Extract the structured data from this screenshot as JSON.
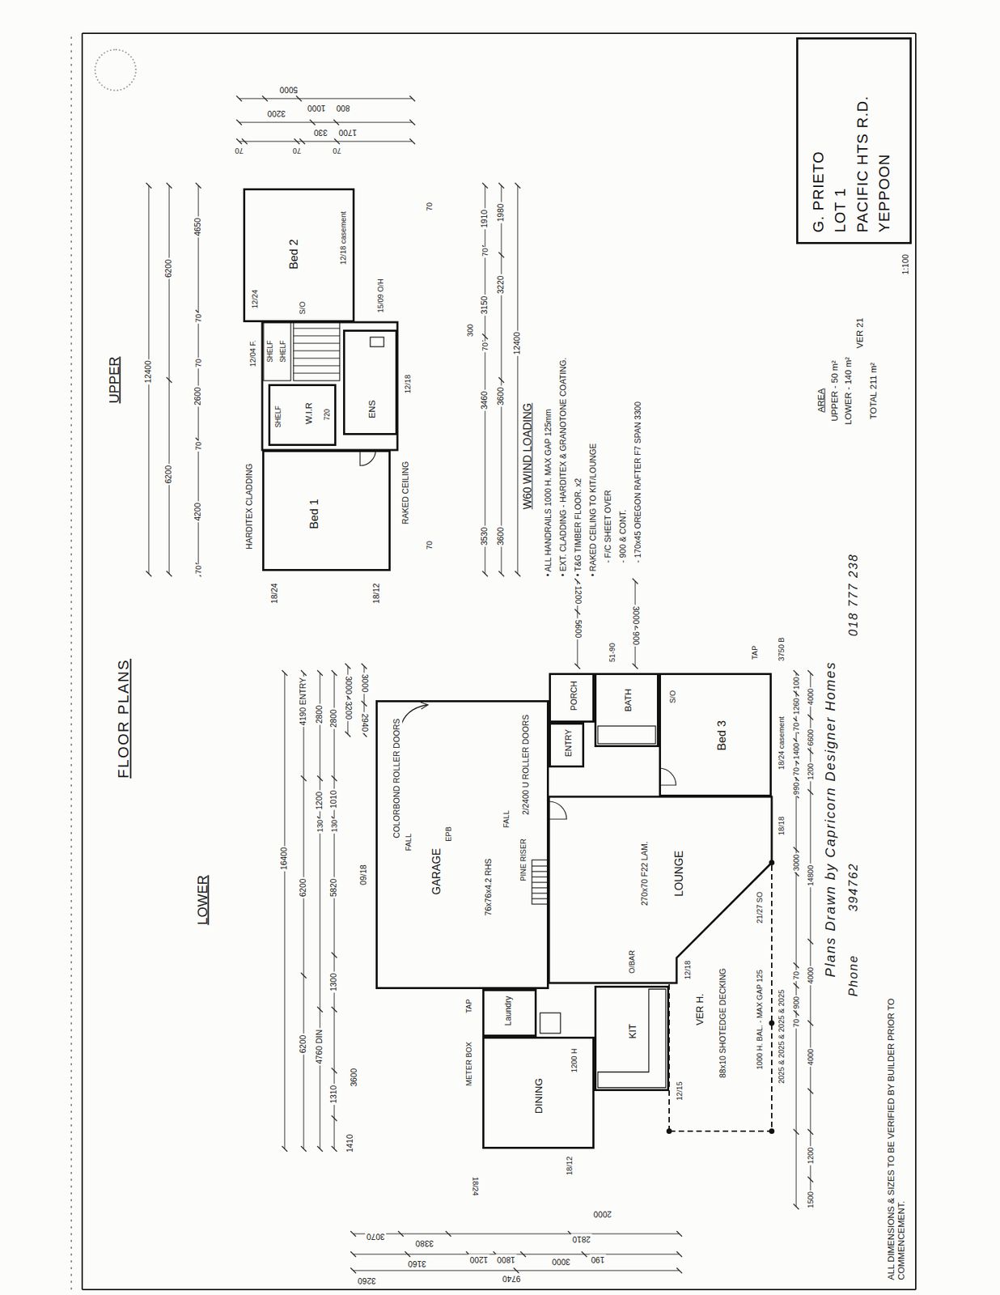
{
  "diagram": {
    "title": "FLOOR PLANS",
    "nodes": [
      {
        "text": [
          "G. PRIETO",
          "LOT 1",
          "PACIFIC HTS R.D.",
          "YEPPOON"
        ]
      },
      {
        "text": [
          "Bed 1"
        ]
      },
      {
        "text": [
          "W.I.R"
        ]
      },
      {
        "text": [
          "ENS"
        ]
      },
      {
        "text": [
          "Bed 2"
        ]
      },
      {
        "text": [
          "GARAGE"
        ]
      },
      {
        "text": [
          "PORCH"
        ]
      },
      {
        "text": [
          "ENTRY"
        ]
      },
      {
        "text": [
          "BATH"
        ]
      },
      {
        "text": [
          "Bed 3"
        ]
      },
      {
        "text": [
          "LOUNGE"
        ]
      },
      {
        "text": [
          "Laundry"
        ]
      },
      {
        "text": [
          "KIT"
        ]
      },
      {
        "text": [
          "DINING"
        ]
      },
      {
        "text": [
          "VER H."
        ]
      }
    ],
    "labels": [
      "UPPER",
      "LOWER",
      "HARDITEX CLADDING",
      "RAKED CEILING",
      "18/24",
      "18/12",
      "12/24",
      "12/18 casement",
      "12/04 F.",
      "S/O",
      "SHELF",
      "SHELF",
      "SHELF",
      "720",
      "15/09 O/H",
      "12/18",
      "12400",
      "6200",
      "6200",
      "4200",
      "2600",
      "4650",
      "70",
      "70",
      "70",
      "70",
      "3530",
      "3600",
      "3460",
      "3600",
      "300",
      "70",
      "3150",
      "3220",
      "70",
      "1910",
      "1980",
      "12400",
      "70",
      "70",
      "5000",
      "3200",
      "1000",
      "800",
      "330",
      "1700",
      "70",
      "70",
      "70",
      "W60 WIND LOADING",
      "• ALL HANDRAILS 1000 H. MAX GAP 125mm",
      "• EXT. CLADDING - HARDITEX & GRANOTONE COATING.",
      "• T&G TIMBER FLOOR. x2",
      "• RAKED CEILING TO KIT/LOUNGE",
      "- F/C SHEET OVER",
      "- 900 & CONT.",
      "- 170x45 OREGON RAFTER F7 SPAN 3300",
      "AREA",
      "UPPER - 50 m²",
      "LOWER - 140 m²",
      "VER 21",
      "TOTAL 211 m²",
      "1:100",
      "Plans Drawn by Capricorn Designer Homes",
      "Phone",
      "394762",
      "018 777 238",
      "ALL DIMENSIONS & SIZES TO BE VERIFIED BY BUILDER PRIOR TO COMMENCEMENT.",
      "76x76x4.2 RHS",
      "2/2400 U ROLLER DOORS",
      "COLORBOND ROLLER DOORS",
      "FALL",
      "FALL",
      "PINE RISER",
      "09/18",
      "EPB",
      "TAP",
      "METER BOX",
      "51-90",
      "S/O",
      "TAP",
      "270x70 F22 LAM.",
      "O/BAR",
      "12/18",
      "88x10 SHOTEDGE DECKING",
      "21/27 SO",
      "1000 H. BAL. - MAX GAP 125",
      "12/15",
      "1200 H",
      "18/12",
      "18/24",
      "16400",
      "4190 ENTRY",
      "6200",
      "6200",
      "2800",
      "1200",
      "130",
      "4760 DIN",
      "2800",
      "1010",
      "130",
      "5820",
      "1300",
      "1310",
      "3600",
      "1410",
      "3000",
      "3200",
      "3000",
      "2940",
      "1200",
      "5600",
      "3000",
      "900",
      "18/24 casement",
      "3750 B",
      "18/18",
      "2025 & 2025 & 2025 & 2025",
      "100",
      "1260",
      "70",
      "1400",
      "70",
      "990",
      "3000",
      "70",
      "900",
      "70",
      "4000",
      "6600",
      "1200",
      "14800",
      "4000",
      "4000",
      "1200",
      "1500",
      "3260",
      "3070",
      "3380",
      "3160",
      "9740",
      "1200",
      "1800",
      "3000",
      "2810",
      "190",
      "2000"
    ]
  }
}
